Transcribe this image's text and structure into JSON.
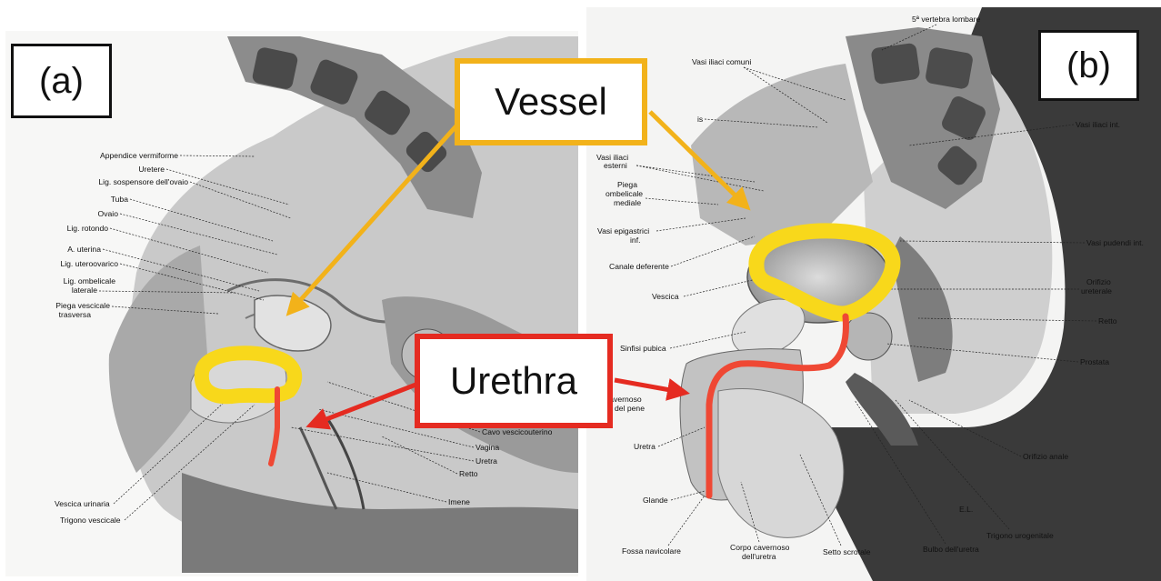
{
  "panels": {
    "a_label": "(a)",
    "b_label": "(b)"
  },
  "callouts": {
    "vessel": "Vessel",
    "urethra": "Urethra"
  },
  "colors": {
    "vessel_arrow": "#f2b21a",
    "vessel_outline": "#f8d81b",
    "urethra_arrow": "#e52b21",
    "urethra_line": "#ef4834",
    "box_border": "#111111"
  },
  "left_labels": {
    "appendice": "Appendice vermiforme",
    "uretere": "Uretere",
    "lig_sosp": "Lig. sospensore dell'ovaio",
    "tuba": "Tuba",
    "ovaio": "Ovaio",
    "lig_rotondo": "Lig. rotondo",
    "a_uterina": "A. uterina",
    "lig_utero": "Lig. uteroovarico",
    "lig_omb_1": "Lig. ombelicale",
    "lig_omb_2": "laterale",
    "piega_1": "Piega vescicale",
    "piega_2": "trasversa",
    "cavo": "Cavo vescicouterino",
    "vagina": "Vagina",
    "uretra": "Uretra",
    "retto": "Retto",
    "imene": "Imene",
    "vescica": "Vescica urinaria",
    "trigono": "Trigono vescicale"
  },
  "right_labels": {
    "vertebra": "5ª vertebra lombare",
    "vasi_comuni": "Vasi iliaci comuni",
    "vasi_is": "is",
    "vasi_int": "Vasi iliaci int.",
    "vasi_est_1": "Vasi iliaci",
    "vasi_est_2": "esterni",
    "piega_1": "Piega",
    "piega_2": "ombelicale",
    "piega_3": "mediale",
    "epig_1": "Vasi epigastrici",
    "epig_2": "inf.",
    "vasi_pud": "Vasi pudendi int.",
    "canale": "Canale deferente",
    "orif_1": "Orifizio",
    "orif_2": "ureterale",
    "vescica": "Vescica",
    "retto": "Retto",
    "sinfisi": "Sinfisi pubica",
    "prostata": "Prostata",
    "cav_1": "cavernoso",
    "cav_2": "del pene",
    "uretra": "Uretra",
    "orif_anale": "Orifizio anale",
    "glande": "Glande",
    "trig_uro": "Trigono urogenitale",
    "fossa": "Fossa navicolare",
    "corpo_1": "Corpo cavernoso",
    "corpo_2": "dell'uretra",
    "setto": "Setto scrotale",
    "bulbo": "Bulbo dell'uretra",
    "signature": "E.L."
  }
}
